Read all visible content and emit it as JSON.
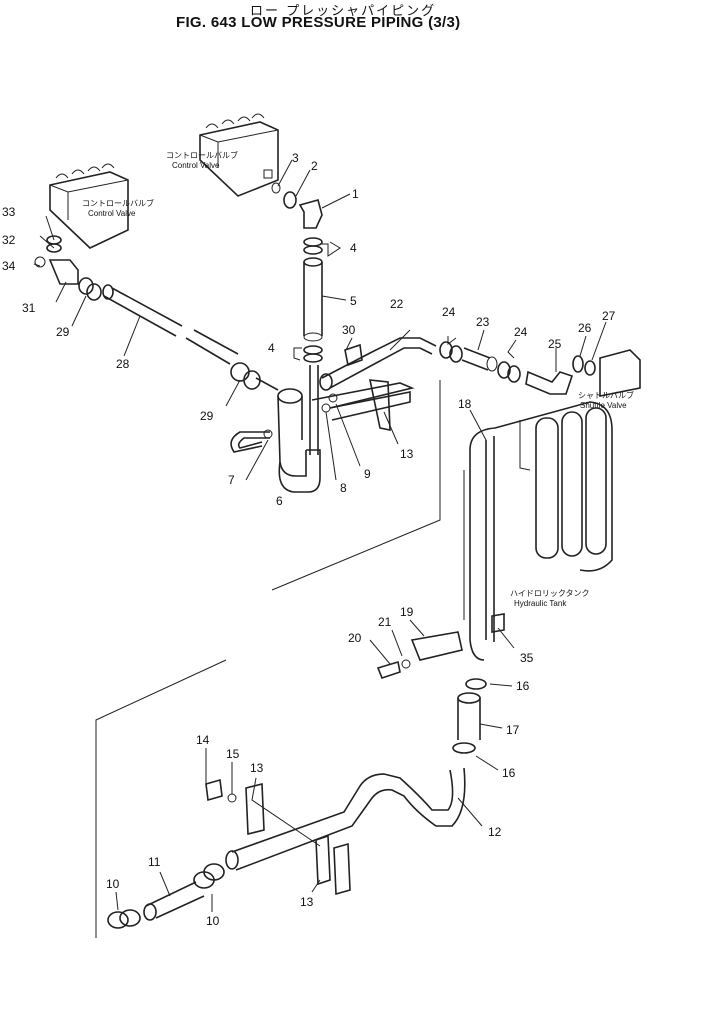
{
  "header": {
    "title_jp": "ロー プレッシャパイピング",
    "title_en": "FIG. 643  LOW PRESSURE PIPING (3/3)"
  },
  "components": {
    "control_valve_1": {
      "jp": "コントロールバルブ",
      "en": "Control Valve"
    },
    "control_valve_2": {
      "jp": "コントロールバルブ",
      "en": "Control Valve"
    },
    "shuttle_valve": {
      "jp": "シャトルバルブ",
      "en": "Shuttle Valve"
    },
    "hydraulic_tank": {
      "jp": "ハイドロリックタンク",
      "en": "Hydraulic Tank"
    }
  },
  "callouts": [
    "1",
    "2",
    "3",
    "4",
    "4",
    "5",
    "6",
    "7",
    "8",
    "9",
    "10",
    "10",
    "11",
    "12",
    "13",
    "13",
    "13",
    "14",
    "15",
    "16",
    "16",
    "17",
    "18",
    "19",
    "20",
    "21",
    "22",
    "23",
    "24",
    "24",
    "25",
    "26",
    "27",
    "28",
    "29",
    "29",
    "30",
    "31",
    "32",
    "33",
    "34",
    "35"
  ]
}
